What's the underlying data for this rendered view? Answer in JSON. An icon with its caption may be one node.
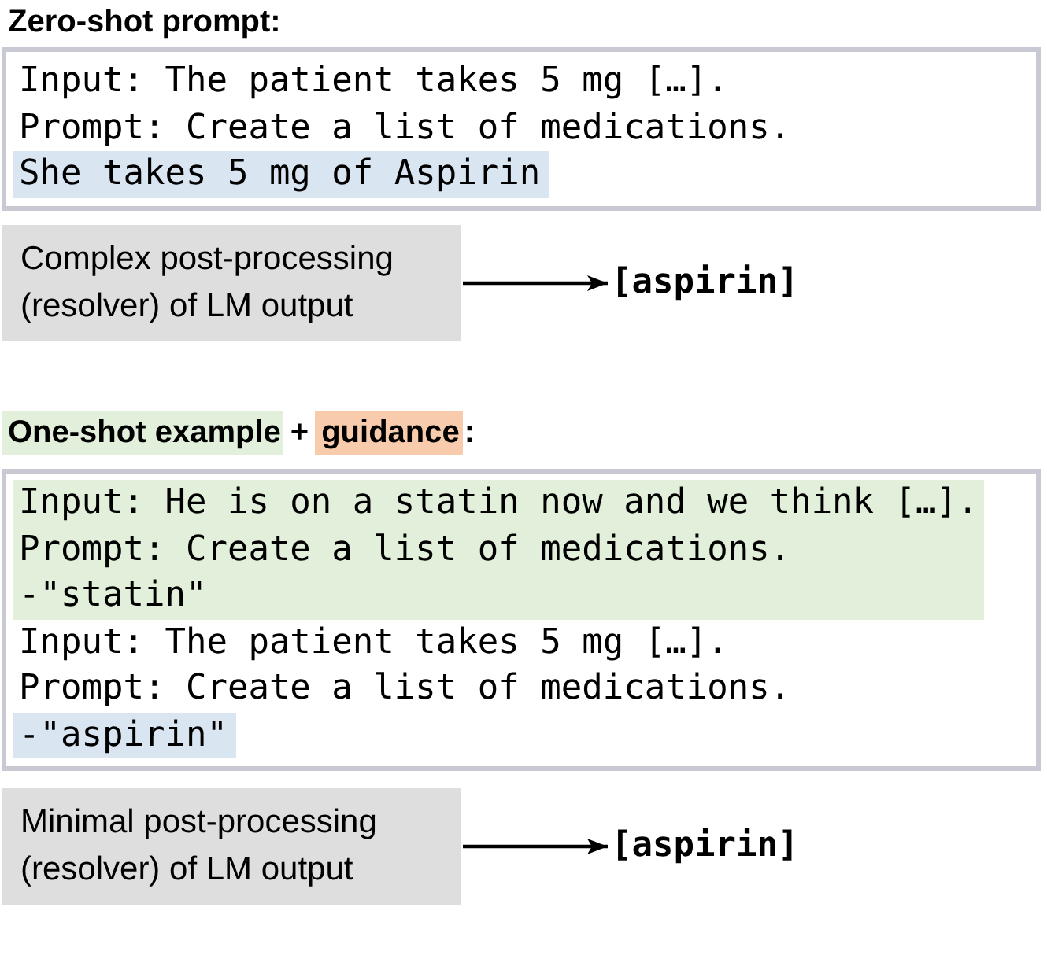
{
  "diagram": {
    "nodes": [
      {
        "text": [
          "Zero-shot prompt:",
          "Input: The patient takes 5 mg […].",
          "Prompt: Create a list of medications.",
          "She takes 5 mg of Aspirin"
        ]
      },
      {
        "text": [
          "Complex post-processing (resolver) of LM output"
        ]
      },
      {
        "text": [
          "[aspirin]"
        ]
      },
      {
        "text": [
          "One-shot example",
          "+",
          "guidance",
          ":",
          "Input: He is on a statin now and we think […].",
          "Prompt: Create a list of medications.",
          "-\"statin\"",
          "Input: The patient takes 5 mg […].",
          "Prompt: Create a list of medications.",
          "-\"aspirin\""
        ]
      },
      {
        "text": [
          "Minimal post-processing (resolver) of LM output"
        ]
      },
      {
        "text": [
          "[aspirin]"
        ]
      }
    ],
    "edges": [
      {
        "from": 1,
        "to": 2,
        "arrow": "to"
      },
      {
        "from": 4,
        "to": 5,
        "arrow": "to"
      }
    ]
  }
}
